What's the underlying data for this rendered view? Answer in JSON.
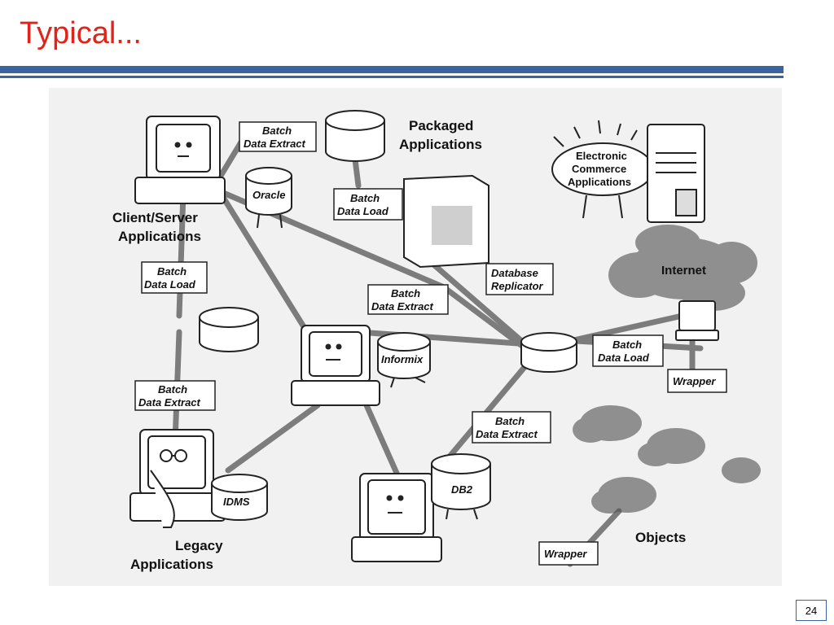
{
  "slide": {
    "title": "Typical...",
    "page_number": "24"
  },
  "diagram": {
    "groups": {
      "client_server": [
        "Client/Server",
        "Applications"
      ],
      "packaged": [
        "Packaged",
        "Applications"
      ],
      "electronic_commerce": [
        "Electronic",
        "Commerce",
        "Applications"
      ],
      "internet": "Internet",
      "legacy": [
        "Legacy",
        "Applications"
      ],
      "objects": "Objects"
    },
    "databases": {
      "oracle": "Oracle",
      "informix": "Informix",
      "idms": "IDMS",
      "db2": "DB2"
    },
    "processes": {
      "batch_extract_top": [
        "Batch",
        "Data Extract"
      ],
      "batch_load_top": [
        "Batch",
        "Data Load"
      ],
      "batch_load_left": [
        "Batch",
        "Data Load"
      ],
      "batch_extract_mid": [
        "Batch",
        "Data Extract"
      ],
      "database_replicator": [
        "Database",
        "Replicator"
      ],
      "batch_load_right": [
        "Batch",
        "Data Load"
      ],
      "batch_extract_left": [
        "Batch",
        "Data Extract"
      ],
      "batch_extract_bottom": [
        "Batch",
        "Data Extract"
      ],
      "wrapper_right": "Wrapper",
      "wrapper_bottom": "Wrapper"
    }
  }
}
